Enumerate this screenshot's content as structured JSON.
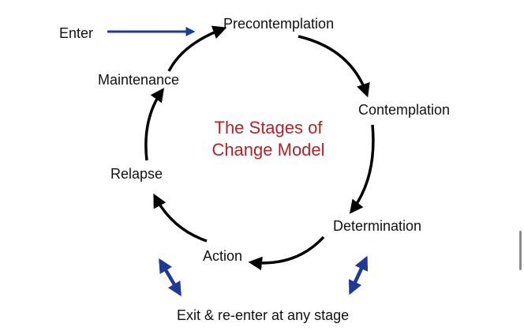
{
  "diagram": {
    "title_line1": "The Stages of",
    "title_line2": "Change Model",
    "enter_label": "Enter",
    "exit_label": "Exit & re-enter at any stage",
    "stages": {
      "precontemplation": "Precontemplation",
      "contemplation": "Contemplation",
      "determination": "Determination",
      "action": "Action",
      "relapse": "Relapse",
      "maintenance": "Maintenance"
    }
  },
  "colors": {
    "title": "#b3232a",
    "cycle_arrows": "#000000",
    "blue_arrows": "#1f3a93",
    "text": "#111111"
  }
}
